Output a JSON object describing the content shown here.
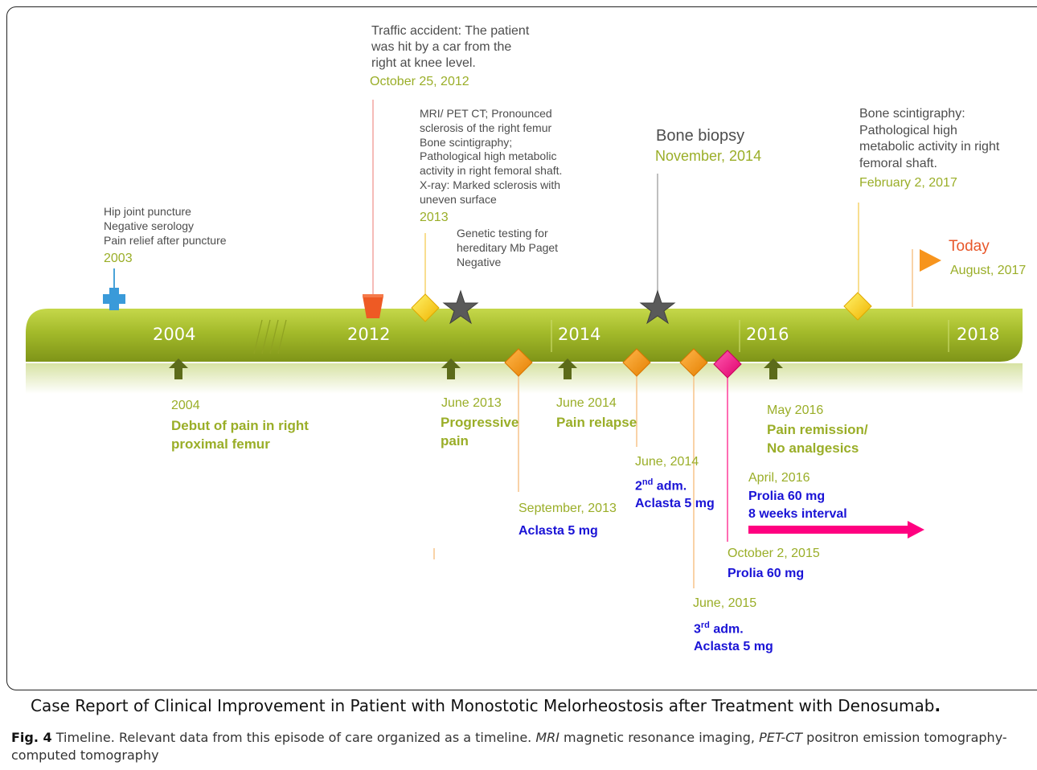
{
  "colors": {
    "bar": "#a3ba2a",
    "olive_text": "#9aae28",
    "blue_text": "#1a13d6",
    "magenta": "#ff0080",
    "orange": "#f7941d",
    "today_red": "#e8572a"
  },
  "axis_years": [
    "2004",
    "2012",
    "2014",
    "2016",
    "2018"
  ],
  "above": {
    "e2003": {
      "lines": [
        "Hip joint puncture",
        "Negative serology",
        "Pain relief after puncture"
      ],
      "date": "2003",
      "icon": "blue-plus-icon"
    },
    "e2012": {
      "lines": [
        "Traffic accident: The patient",
        "was hit by a car from the",
        "right at knee level."
      ],
      "date": "October 25, 2012",
      "icon": "red-bucket-icon"
    },
    "e2013": {
      "lines": [
        "MRI/ PET CT; Pronounced",
        "sclerosis of the right femur",
        "Bone scintigraphy;",
        "Pathological high metabolic",
        "activity in right femoral shaft.",
        "X-ray: Marked sclerosis with",
        "uneven surface"
      ],
      "date": "2013",
      "icon": "yellow-diamond-icon"
    },
    "genetic": {
      "lines": [
        "Genetic testing for",
        "hereditary Mb Paget",
        "Negative"
      ],
      "icon": "gray-star-icon"
    },
    "biopsy": {
      "title": "Bone biopsy",
      "date": "November, 2014",
      "icon": "gray-star-icon"
    },
    "e2017": {
      "lines": [
        "Bone scintigraphy:",
        "Pathological high",
        "metabolic activity in right",
        "femoral shaft."
      ],
      "date": "February 2, 2017",
      "icon": "yellow-diamond-icon"
    },
    "today": {
      "title": "Today",
      "date": "August, 2017",
      "icon": "orange-flag-icon"
    }
  },
  "below": {
    "pain2004": {
      "date": "2004",
      "lines": [
        "Debut of pain in right",
        "proximal femur"
      ]
    },
    "june2013": {
      "date": "June 2013",
      "lines": [
        "Progressive",
        "pain"
      ]
    },
    "june2014": {
      "date": "June 2014",
      "lines": [
        "Pain relapse"
      ]
    },
    "may2016": {
      "date": "May 2016",
      "lines": [
        "Pain remission/",
        "No analgesics"
      ]
    },
    "sep2013": {
      "date": "September, 2013",
      "lines": [
        "Aclasta 5 mg"
      ]
    },
    "jun2014adm": {
      "date": "June, 2014",
      "sup_num": "2",
      "sup": "nd",
      "adm": " adm.",
      "drug": "Aclasta 5 mg"
    },
    "jun2015adm": {
      "date": "June, 2015",
      "sup_num": "3",
      "sup": "rd",
      "adm": " adm.",
      "drug": "Aclasta 5 mg"
    },
    "oct2015": {
      "date": "October 2, 2015",
      "drug": "Prolia 60 mg"
    },
    "apr2016": {
      "date": "April, 2016",
      "lines": [
        "Prolia 60 mg",
        "8 weeks interval"
      ]
    }
  },
  "caption": {
    "title": "Case Report of Clinical Improvement in Patient with Monostotic Melorheostosis after Treatment with Denosumab",
    "title_end": ".",
    "fig_label": "Fig. 4",
    "fig_text": " Timeline. Relevant data from this episode of care organized as a timeline. ",
    "abbr1": "MRI",
    "abbr1_def": " magnetic resonance imaging, ",
    "abbr2": "PET-CT",
    "abbr2_def": " positron emission tomography-computed tomography"
  }
}
